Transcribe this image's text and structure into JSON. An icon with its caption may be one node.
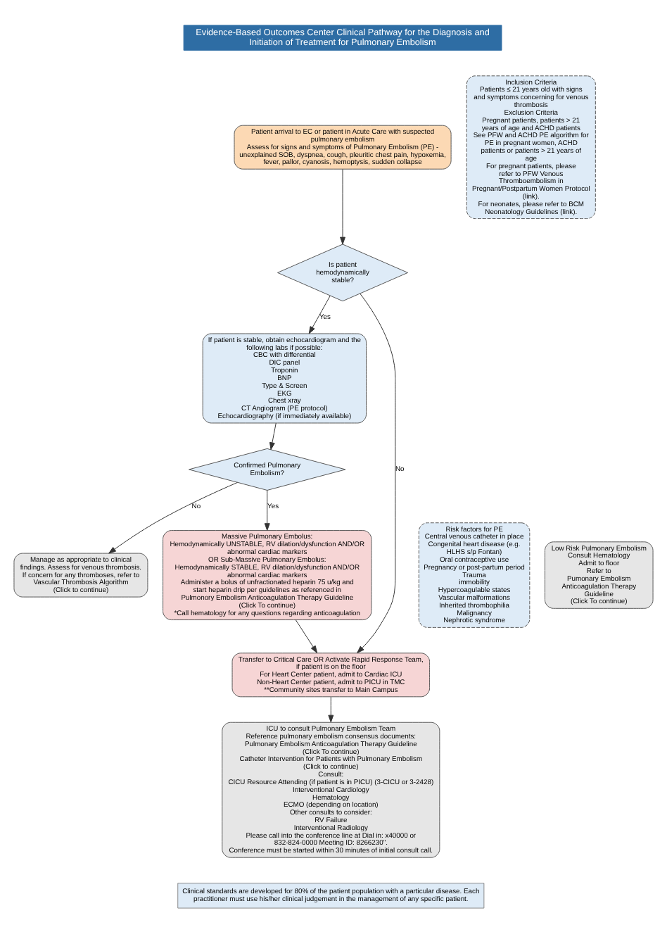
{
  "diagram": {
    "title": "Evidence-Based Outcomes Center Clinical Pathway for the Diagnosis and Initiation of Treatment for Pulmonary Embolism",
    "caption": "Clinical standards are developed for 80% of the patient population with a particular disease. Each practitioner must use his/her clinical judgement in the management of any specific patient.",
    "nodes": [
      {
        "text": [
          "Inclusion Criteria",
          "Patients ≤ 21 years old with signs and symptoms concerning for venous thrombosis",
          "Exclusion Criteria",
          "Pregnant patients, patients > 21 years of age and ACHD patients",
          "See PFW and ACHD PE algorithm for PE in pregnant women, ACHD patients or patients > 21 years of age",
          "For pregnant patients, please refer to PFW Venous Thromboembolism in Pregnant/Postpartum Women Protocol (link).",
          "For neonates, please refer to BCM Neonatology Guidelines (link)."
        ]
      },
      {
        "text": [
          "Risk factors for PE",
          "Central venous catheter in place",
          "Congenital heart disease (e.g. HLHS s/p Fontan)",
          "Oral contraceptive use",
          "Pregnancy or post-partum period",
          "Trauma",
          "immobility",
          "Hypercoagulable states",
          "Vascular malformations",
          "Inherited thrombophilia",
          "Malignancy",
          "Nephrotic syndrome"
        ]
      },
      {
        "text": [
          "Patient arrival to EC or patient in Acute Care with suspected pulmonary embolism",
          "Assess for signs and symptoms of Pulmonary Embolism (PE) -",
          "unexplained SOB, dyspnea, cough, pleuritic chest pain, hypoxemia, fever, pallor, cyanosis, hemoptysis, sudden collapse"
        ]
      },
      {
        "text": [
          "Is patient hemodynamically stable?"
        ]
      },
      {
        "text": [
          "If patient is stable, obtain echocardiogram and the following labs if possible:",
          "CBC with differential",
          "DIC panel",
          "Troponin",
          "BNP",
          "Type & Screen",
          "EKG",
          "Chest xray",
          "CT Angiogram (PE protocol)",
          "Echocardiography (if immediately available)"
        ]
      },
      {
        "text": [
          "Confirmed Pulmonary Embolism?"
        ]
      },
      {
        "text": [
          "Manage as appropriate to clinical findings. Assess for venous thrombosis. If concern for any thromboses, refer to",
          "Vascular Thrombosis Algorithm",
          "(Click to continue)"
        ]
      },
      {
        "text": [
          "Massive Pulmonary Embolus:",
          "Hemodynamically UNSTABLE, RV dilation/dysfunction AND/OR abnormal cardiac markers",
          "OR Sub-Massive Pulmonary Embolus:",
          "Hemodynamically STABLE, RV dilation/dysfunction AND/OR abnormal cardiac markers",
          "Administer a bolus of unfractionated heparin 75 u/kg and start heparin drip per guidelines as referenced in",
          "Pulmonory Embolism Anticoagulation Therapy Guideline",
          "(Click To continue)",
          "*Call hematology for any questions regarding anticoagulation"
        ]
      },
      {
        "text": [
          "Low Risk Pulmonary Embolism",
          "Consult Hematology",
          "Admit to floor",
          "Refer to",
          "Pumonary Embolism Anticoagulation Therapy Guideline",
          "(Click To continue)"
        ]
      },
      {
        "text": [
          "Transfer to Critical Care OR Activate Rapid Response Team, if patient is on the floor",
          "For Heart Center patient, admit to Cardiac ICU",
          "Non-Heart Center patient, admit to PICU in TMC",
          "**Community sites transfer to Main Campus"
        ]
      },
      {
        "text": [
          "ICU to consult Pulmonary Embolism Team",
          "Reference pulmonary embolism consensus documents:",
          "Pulmonary Embolism Anticoagulation Therapy Guideline",
          "(Click To continue)",
          "Catheter Intervention for Patients with Pulmonary Embolism",
          "(Click to continue)",
          "Consult:",
          "CICU Resource Attending (if patient is in PICU) (3-CICU or 3-2428)",
          "Interventional Cardiology",
          "Hematology",
          "ECMO (depending on location)",
          "Other consults to consider:",
          "RV Failure",
          "Interventional Radiology",
          "Please call into the conference line at Dial in: x40000 or 832-824-0000 Meeting ID: 8266230\".",
          "Conference must be started within 30 minutes of initial consult call."
        ]
      }
    ],
    "edges": [
      {
        "from": 2,
        "to": 3,
        "arrow": "to"
      },
      {
        "from": 3,
        "to": 4,
        "arrow": "to",
        "label": "Yes"
      },
      {
        "from": 3,
        "to": 9,
        "arrow": "to",
        "label": "No"
      },
      {
        "from": 4,
        "to": 5,
        "arrow": "to"
      },
      {
        "from": 5,
        "to": 6,
        "arrow": "to",
        "label": "No"
      },
      {
        "from": 5,
        "to": 7,
        "arrow": "to",
        "label": "Yes"
      },
      {
        "from": 7,
        "to": 9,
        "arrow": "to"
      },
      {
        "from": 9,
        "to": 10,
        "arrow": "to"
      }
    ]
  }
}
